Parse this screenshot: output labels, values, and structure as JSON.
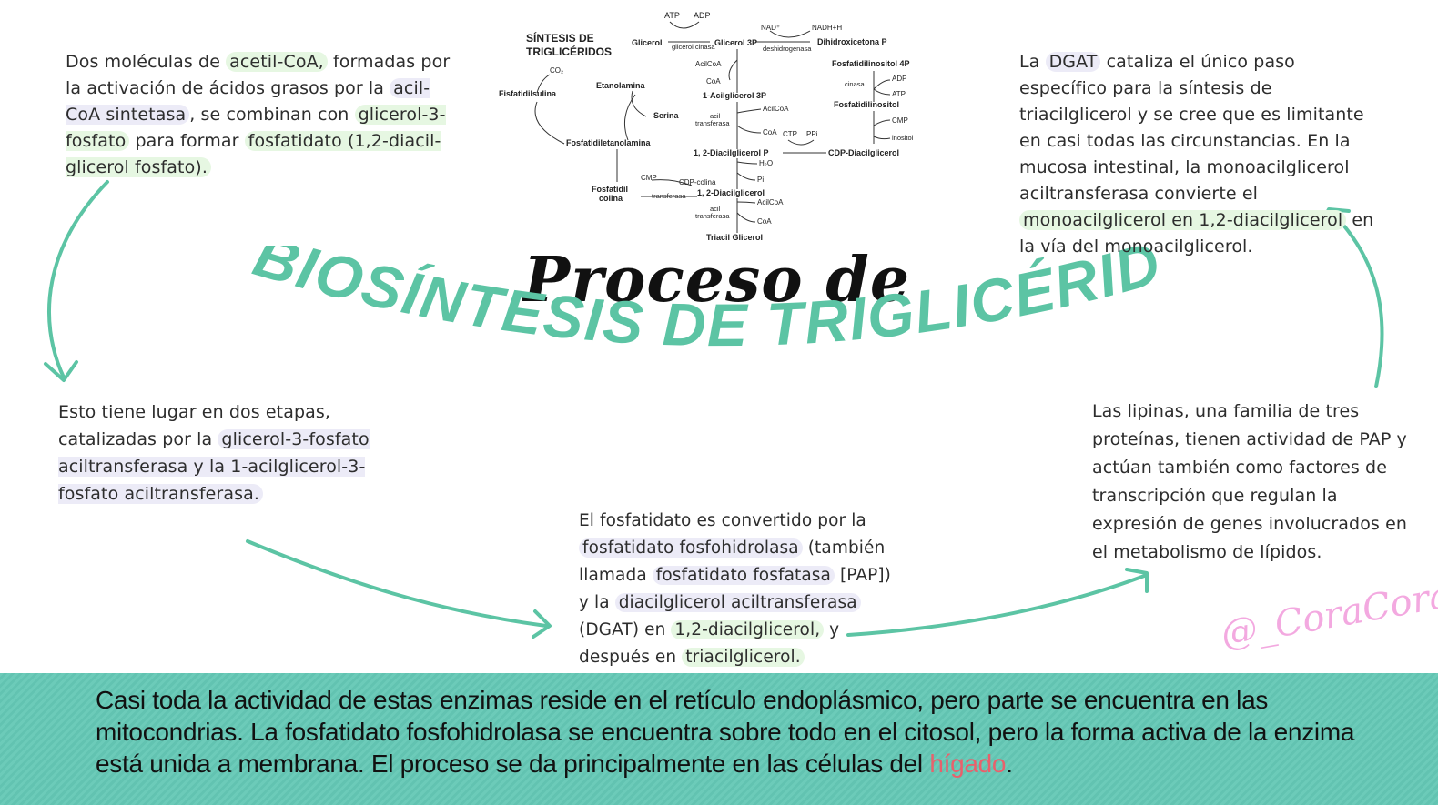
{
  "title": {
    "line1": "Proceso de",
    "line2": "BIOSÍNTESIS DE TRIGLICÉRIDOS"
  },
  "paragraphs": {
    "top_left": [
      {
        "t": "Dos moléculas de ",
        "h": ""
      },
      {
        "t": "acetil-CoA,",
        "h": "g"
      },
      {
        "t": " formadas por la activación de ácidos grasos por la ",
        "h": ""
      },
      {
        "t": "acil-CoA sintetasa",
        "h": "p"
      },
      {
        "t": ", se combinan con ",
        "h": ""
      },
      {
        "t": "glicerol-3-fosfato",
        "h": "g"
      },
      {
        "t": " para formar ",
        "h": ""
      },
      {
        "t": "fosfatidato (1,2-diacil- glicerol fosfato).",
        "h": "g"
      }
    ],
    "mid_left": [
      {
        "t": "Esto tiene lugar en dos etapas, catalizadas por la ",
        "h": ""
      },
      {
        "t": "glicerol-3-fosfato aciltransferasa y la 1-acilglicerol-3-fosfato aciltransferasa.",
        "h": "p"
      }
    ],
    "center": [
      {
        "t": "El fosfatidato es convertido por la ",
        "h": ""
      },
      {
        "t": "fosfatidato fosfohidrolasa",
        "h": "p"
      },
      {
        "t": " (también llamada ",
        "h": ""
      },
      {
        "t": "fosfatidato fosfatasa",
        "h": "p"
      },
      {
        "t": " [PAP]) y la ",
        "h": ""
      },
      {
        "t": "diacilglicerol aciltransferasa",
        "h": "p"
      },
      {
        "t": " (DGAT) en ",
        "h": ""
      },
      {
        "t": "1,2-diacilglicerol,",
        "h": "g"
      },
      {
        "t": " y después en ",
        "h": ""
      },
      {
        "t": "triacilglicerol.",
        "h": "g"
      }
    ],
    "top_right": [
      {
        "t": "La ",
        "h": ""
      },
      {
        "t": "DGAT",
        "h": "p"
      },
      {
        "t": " cataliza el único paso específico para la síntesis de triacilglicerol y se cree que es limitante en casi todas las circunstancias. En la mucosa intestinal, la monoacilglicerol aciltransferasa convierte el ",
        "h": ""
      },
      {
        "t": "monoacilglicerol en 1,2-diacilglicerol",
        "h": "g"
      },
      {
        "t": " en la vía del monoacilglicerol.",
        "h": ""
      }
    ],
    "mid_right": [
      {
        "t": "Las lipinas, una familia de tres proteínas, tienen actividad de PAP y actúan también como factores de transcripción que regulan la expresión de genes involucrados en el metabolismo de lípidos.",
        "h": ""
      }
    ]
  },
  "diagram": {
    "title": "SÍNTESIS DE TRIGLICÉRIDOS",
    "labels": {
      "atp": "ATP",
      "adp": "ADP",
      "glicerol": "Glicerol",
      "glicerol_cinasa": "glicerol cinasa",
      "glicerol3p": "Glicerol 3P",
      "nad": "NAD⁺",
      "nadh": "NADH+H",
      "dihidroxicetona": "Dihidroxicetona P",
      "deshidrogenasa": "deshidrogenasa",
      "acilcoa1": "AcilCoA",
      "coa1": "CoA",
      "acilglicerol3p": "1-Acilglicerol 3P",
      "acilcoa2": "AcilCoA",
      "acil_transferasa1": "acil transferasa",
      "coa2": "CoA",
      "diacilglicerol_p": "1, 2-Diacilglicerol P",
      "h2o": "H₂O",
      "pi": "Pi",
      "diacilglicerol": "1, 2-Diacilglicerol",
      "acilcoa3": "AcilCoA",
      "acil_transferasa2": "acil transferasa",
      "coa3": "CoA",
      "triacil": "Triacil Glicerol",
      "ctp": "CTP",
      "ppi": "PPi",
      "cdp_diacil": "CDP-Diacilglicerol",
      "cmp1": "CMP",
      "inositol": "inositol",
      "fosfatidilinositol": "Fosfatidilinositol",
      "fosfatidilinositol4p": "Fosfatidilinositol 4P",
      "cinasa": "cinasa",
      "adp2": "ADP",
      "atp2": "ATP",
      "etanolamina": "Etanolamina",
      "serina": "Serina",
      "fosfatidiletanolamina": "Fosfatidiletanolamina",
      "co2": "CO₂",
      "fisfatidilsulina": "Fisfatidilsulina",
      "cmp2": "CMP",
      "cdp_colina": "CDP-colina",
      "transferasa": "transferasa",
      "fosfatidilcolina": "Fosfatidil colina"
    }
  },
  "signature": "@_CoraCoral",
  "footer": {
    "text_before": "Casi toda la actividad de estas enzimas reside en el retículo endoplásmico, pero parte se encuentra en las mitocondrias. La fosfatidato fosfohidrolasa se encuentra sobre todo en el citosol, pero la forma activa de la enzima está unida a membrana. El proceso se da principalmente en las células del ",
    "highlight": "hígado",
    "text_after": ".",
    "highlight_color": "#e8616c"
  },
  "colors": {
    "accent": "#5cc4a4",
    "footer_bg": "#6ccbb9",
    "highlight_green": "#e6f7e2",
    "highlight_purple": "#ecebf7",
    "signature": "#f3a9e0"
  }
}
